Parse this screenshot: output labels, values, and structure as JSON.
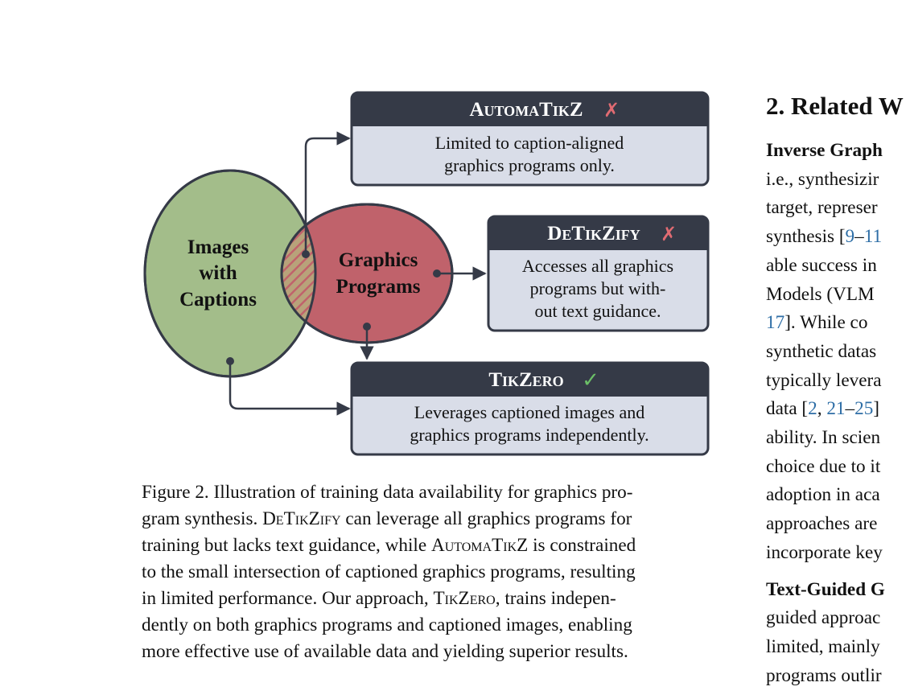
{
  "diagram": {
    "sets": {
      "left": [
        "Images",
        "with",
        "Captions"
      ],
      "right": [
        "Graphics",
        "Programs"
      ]
    },
    "boxes": [
      {
        "name": "automatikz",
        "title": "AutomaTikZ",
        "mark": "✗",
        "lines": [
          "Limited to caption-aligned",
          "graphics programs only."
        ]
      },
      {
        "name": "detikzify",
        "title": "DeTikZify",
        "mark": "✗",
        "lines": [
          "Accesses all graphics",
          "programs but with-",
          "out text guidance."
        ]
      },
      {
        "name": "tikzero",
        "title": "TikZero",
        "mark": "✓",
        "lines": [
          "Leverages captioned images and",
          "graphics programs independently."
        ]
      }
    ],
    "colors": {
      "header": "#353a47",
      "body": "#d9dde8",
      "green": "#a3bd8a",
      "red": "#c0626b",
      "cross": "#e06b72",
      "check": "#6bbf67",
      "stroke": "#353a47"
    }
  },
  "caption": {
    "label": "Figure 2.",
    "lines": [
      [
        {
          "t": "Illustration of training data availability for graphics pro-"
        }
      ],
      [
        {
          "t": "gram synthesis. "
        },
        {
          "t": "DeTikZify",
          "sc": true
        },
        {
          "t": " can leverage all graphics programs for"
        }
      ],
      [
        {
          "t": "training but lacks text guidance, while "
        },
        {
          "t": "AutomaTikZ",
          "sc": true
        },
        {
          "t": " is constrained"
        }
      ],
      [
        {
          "t": "to the small intersection of captioned graphics programs, resulting"
        }
      ],
      [
        {
          "t": "in limited performance.  Our approach, "
        },
        {
          "t": "TikZero",
          "sc": true
        },
        {
          "t": ", trains indepen-"
        }
      ],
      [
        {
          "t": "dently on both graphics programs and captioned images, enabling"
        }
      ],
      [
        {
          "t": "more effective use of available data and yielding superior results."
        }
      ]
    ]
  },
  "right_column": {
    "section_title": "2. Related W",
    "para1": {
      "head": "Inverse Graph",
      "lines": [
        [
          {
            "t": "i.e., synthesizir"
          }
        ],
        [
          {
            "t": "target, represer"
          }
        ],
        [
          {
            "t": "synthesis ["
          },
          {
            "t": "9",
            "c": true
          },
          {
            "t": "–"
          },
          {
            "t": "11",
            "c": true
          }
        ],
        [
          {
            "t": "able success in"
          }
        ],
        [
          {
            "t": "Models (VLM"
          }
        ],
        [
          {
            "t": "17",
            "c": true
          },
          {
            "t": "].  While co"
          }
        ],
        [
          {
            "t": "synthetic datas"
          }
        ],
        [
          {
            "t": "typically levera"
          }
        ],
        [
          {
            "t": "data ["
          },
          {
            "t": "2",
            "c": true
          },
          {
            "t": ", "
          },
          {
            "t": "21",
            "c": true
          },
          {
            "t": "–"
          },
          {
            "t": "25",
            "c": true
          },
          {
            "t": "]"
          }
        ],
        [
          {
            "t": "ability. In scien"
          }
        ],
        [
          {
            "t": "choice due to it"
          }
        ],
        [
          {
            "t": "adoption in aca"
          }
        ],
        [
          {
            "t": "approaches are"
          }
        ],
        [
          {
            "t": "incorporate key"
          }
        ]
      ]
    },
    "para2": {
      "head": "Text-Guided G",
      "lines": [
        [
          {
            "t": "guided approac"
          }
        ],
        [
          {
            "t": "limited, mainly"
          }
        ],
        [
          {
            "t": "programs outlir"
          }
        ]
      ]
    }
  }
}
